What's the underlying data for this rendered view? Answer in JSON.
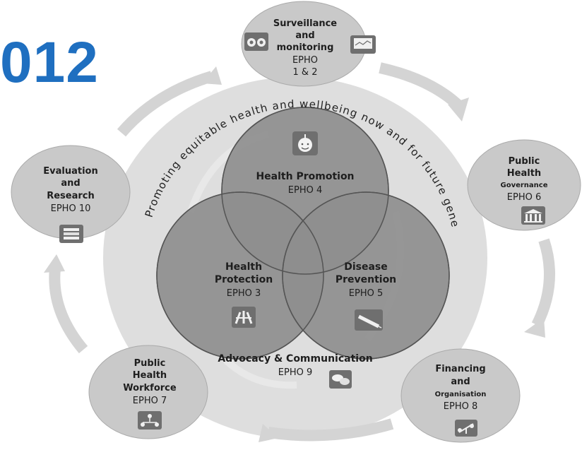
{
  "header_code": "012",
  "arc_text": "Promoting equitable health and wellbeing now and for future generations",
  "center": {
    "top": {
      "line1": "Health Promotion",
      "code": "EPHO 4"
    },
    "left": {
      "line1": "Health",
      "line2": "Protection",
      "code": "EPHO 3"
    },
    "right": {
      "line1": "Disease",
      "line2": "Prevention",
      "code": "EPHO 5"
    },
    "bottom": {
      "line1": "Advocacy & Communication",
      "code": "EPHO 9"
    }
  },
  "nodes": {
    "surveillance": {
      "l1": "Surveillance",
      "l2": "and",
      "l3": "monitoring",
      "l4": "EPHO",
      "l5": "1 & 2"
    },
    "governance": {
      "l1": "Public",
      "l2": "Health",
      "l3": "Governance",
      "l4": "EPHO 6"
    },
    "financing": {
      "l1": "Financing",
      "l2": "and",
      "l3": "Organisation",
      "l4": "EPHO 8"
    },
    "workforce": {
      "l1": "Public",
      "l2": "Health",
      "l3": "Workforce",
      "l4": "EPHO 7"
    },
    "evaluation": {
      "l1": "Evaluation",
      "l2": "and",
      "l3": "Research",
      "l4": "EPHO 10"
    }
  },
  "icons": {
    "surveillance_left": "binoculars-icon",
    "surveillance_right": "monitor-icon",
    "health_promotion": "apple-icon",
    "health_protection": "hands-icon",
    "disease_prevention": "syringe-icon",
    "advocacy": "speech-bubbles-icon",
    "governance": "government-building-icon",
    "financing": "scales-icon",
    "workforce": "team-network-icon",
    "evaluation": "books-icon"
  },
  "colors": {
    "code_blue": "#1f6fc0",
    "background_circle": "#dcdcdc",
    "node_fill": "#c8c8c8",
    "venn_fill": "#8c8c8c",
    "arrow": "#d2d2d2",
    "text": "#1e1e1e"
  }
}
